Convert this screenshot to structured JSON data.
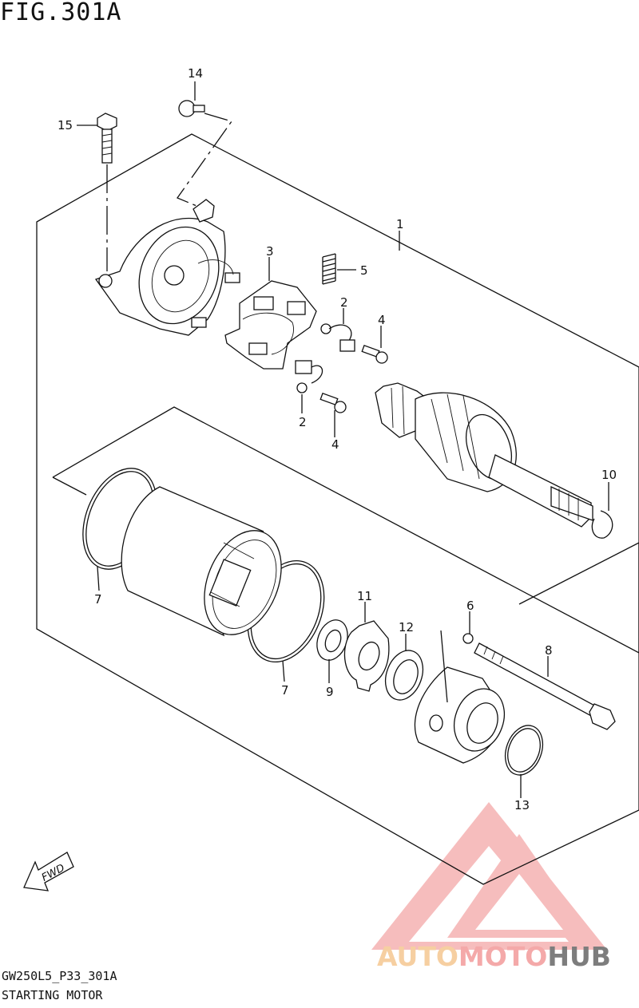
{
  "figure": {
    "title": "FIG.301A",
    "code": "GW250L5_P33_301A",
    "caption": "STARTING MOTOR"
  },
  "callouts": {
    "c1": "1",
    "c2a": "2",
    "c2b": "2",
    "c3": "3",
    "c4a": "4",
    "c4b": "4",
    "c5": "5",
    "c6": "6",
    "c7a": "7",
    "c7b": "7",
    "c8": "8",
    "c9": "9",
    "c10": "10",
    "c11": "11",
    "c12": "12",
    "c13": "13",
    "c14": "14",
    "c15": "15"
  },
  "fwd_label": "FWD",
  "watermark": {
    "part1": "AUTO",
    "part2": "MOTO",
    "part3": "HUB",
    "color_primary": "#f4a9a9",
    "color_secondary": "#f6cfa1",
    "color_dark": "#7d7d7d"
  }
}
